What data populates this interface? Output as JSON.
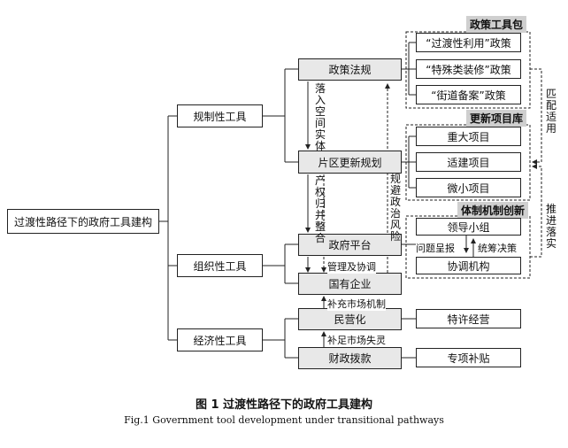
{
  "root": "过渡性路径下的政府工具建构",
  "categories": {
    "reg": "规制性工具",
    "org": "组织性工具",
    "eco": "经济性工具"
  },
  "nodes": {
    "policy": "政策法规",
    "plan": "片区更新规划",
    "gov": "政府平台",
    "soe": "国有企业",
    "priv": "民营化",
    "fin": "财政拨款"
  },
  "groups": {
    "policy_pack": {
      "title": "政策工具包",
      "items": [
        "“过渡性利用”政策",
        "“特殊类装修”政策",
        "“街道备案”政策"
      ]
    },
    "project_lib": {
      "title": "更新项目库",
      "items": [
        "重大项目",
        "适建项目",
        "微小项目"
      ]
    },
    "inst": {
      "title": "体制机制创新",
      "leader": "领导小组",
      "coord": "协调机构",
      "report": "问题呈报",
      "decide": "统筹决策"
    }
  },
  "right_boxes": {
    "franchise": "特许经营",
    "subsidy": "专项补贴"
  },
  "edge_labels": {
    "space": "落入空间实体",
    "property": "产权归并整合",
    "risk": "规避政治风险",
    "manage": "管理及协调",
    "market_mech": "补充市场机制",
    "market_fail": "补足市场失灵"
  },
  "side_labels": {
    "match": "匹配适用",
    "implement": "推进落实"
  },
  "caption": {
    "cn": "图 1   过渡性路径下的政府工具建构",
    "en": "Fig.1    Government tool development under transitional pathways"
  }
}
